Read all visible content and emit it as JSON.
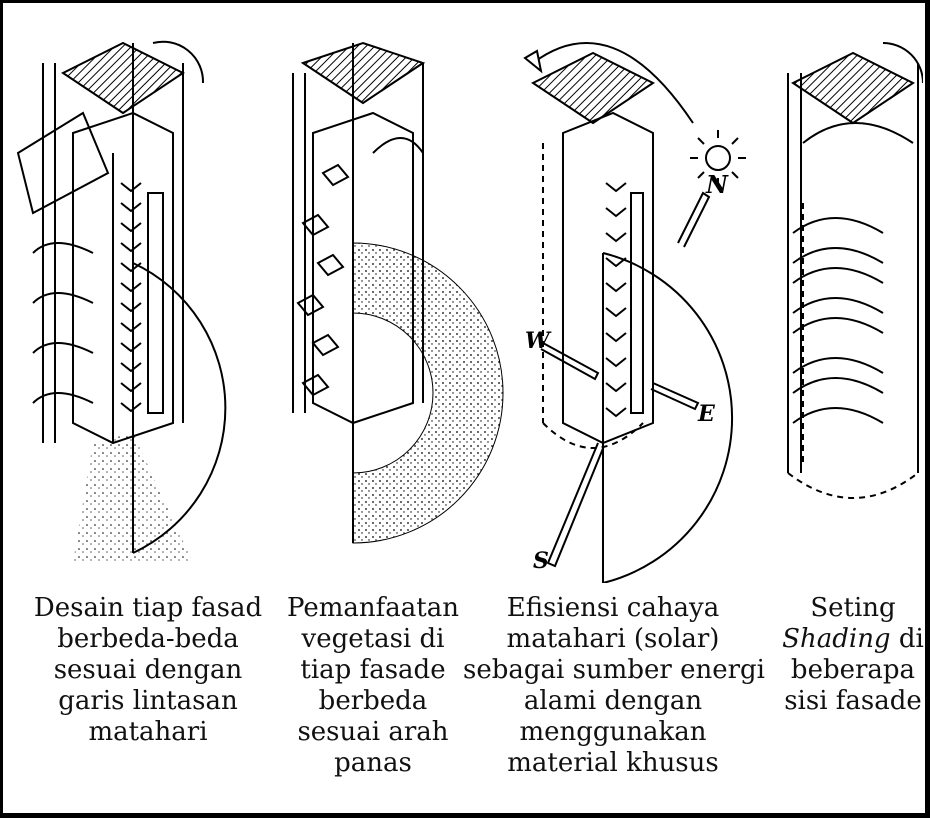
{
  "panels": [
    {
      "caption_lines": [
        "Desain tiap fasad",
        "berbeda-beda",
        "sesuai dengan",
        "garis lintasan",
        "matahari"
      ]
    },
    {
      "caption_lines": [
        "Pemanfaatan",
        "vegetasi di",
        "tiap fasade",
        "berbeda",
        "sesuai arah",
        "panas"
      ]
    },
    {
      "caption_lines": [
        "Efisiensi cahaya",
        "matahari (solar)",
        "sebagai sumber energi",
        "alami dengan",
        "menggunakan",
        "material khusus"
      ],
      "compass": {
        "north": "N",
        "west": "W",
        "east": "E",
        "south": "S"
      }
    },
    {
      "caption_lines": [
        "Seting",
        "di",
        "beberapa",
        "sisi fasade"
      ],
      "caption_italic": "Shading"
    }
  ]
}
